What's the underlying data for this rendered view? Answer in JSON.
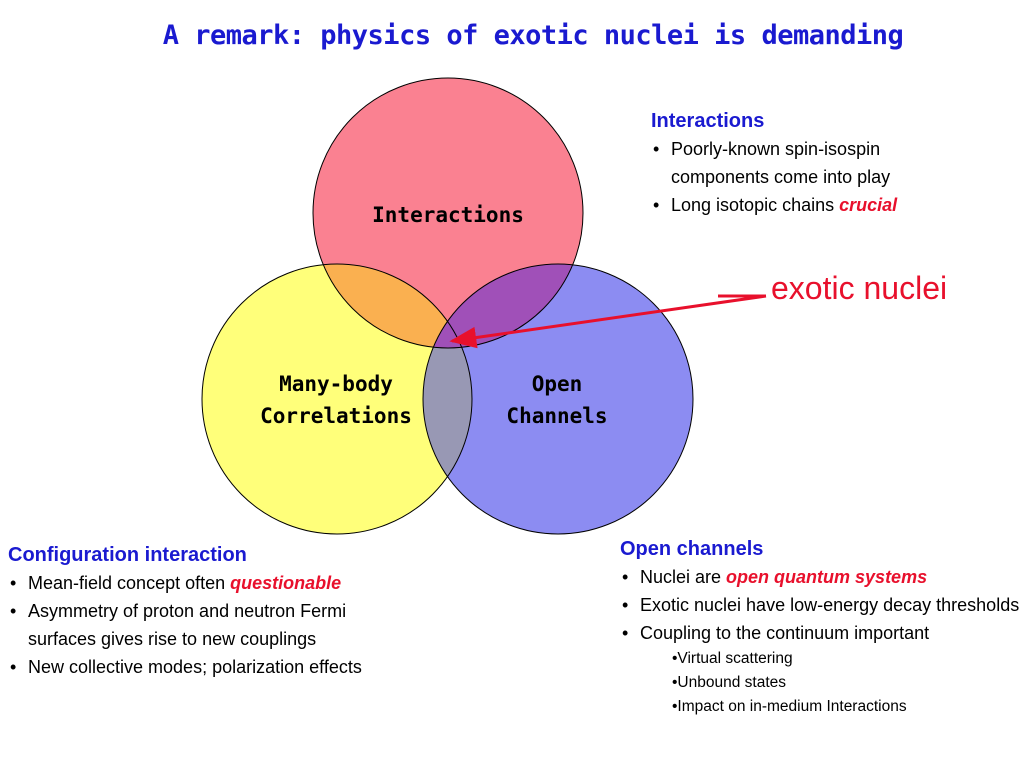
{
  "title": "A remark: physics of exotic nuclei is demanding",
  "colors": {
    "title_blue": "#1a1ad0",
    "accent_red": "#e8102c",
    "interactions_circle": "#fa8191",
    "correlations_circle": "#ffff7a",
    "open_channels_circle": "#8c8cf2",
    "overlap_interactions_correlations": "#fab050",
    "overlap_interactions_open": "#a050b8",
    "overlap_correlations_open": "#9898b4"
  },
  "diagram": {
    "circle_interactions": {
      "label_lines": [
        "Interactions"
      ]
    },
    "circle_correlations": {
      "label_lines": [
        "Many-body",
        "Correlations"
      ]
    },
    "circle_open_channels": {
      "label_lines": [
        "Open",
        "Channels"
      ]
    },
    "pointer_label": "exotic nuclei"
  },
  "interactions_block": {
    "heading": "Interactions",
    "bullet1": "Poorly-known spin-isospin components come into play",
    "bullet2_text": "Long isotopic chains ",
    "bullet2_emph": "crucial"
  },
  "config_block": {
    "heading": "Configuration interaction",
    "bullet1_text": "Mean-field concept often ",
    "bullet1_emph": "questionable",
    "bullet2": "Asymmetry of proton and neutron Fermi surfaces gives rise to new couplings",
    "bullet3": "New collective modes; polarization effects"
  },
  "open_block": {
    "heading": "Open channels",
    "bullet1_text": "Nuclei are ",
    "bullet1_emph": "open quantum systems",
    "bullet2": "Exotic nuclei have low-energy decay thresholds",
    "bullet3": "Coupling to the continuum important",
    "sub1": "•Virtual scattering",
    "sub2": "•Unbound states",
    "sub3": "•Impact on in-medium Interactions"
  }
}
